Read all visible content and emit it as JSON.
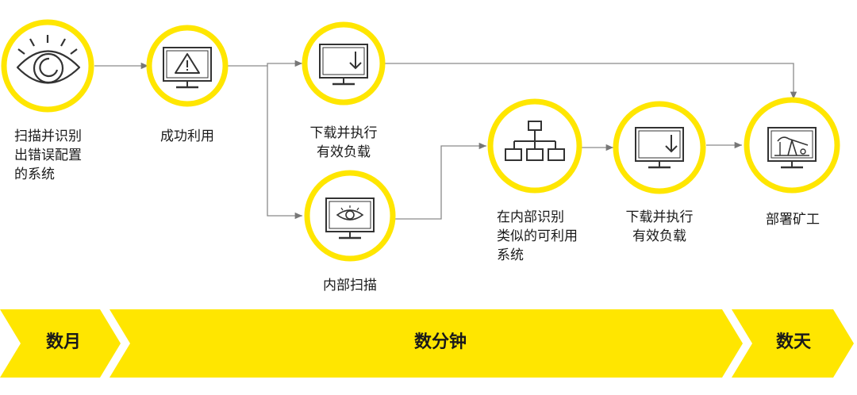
{
  "colors": {
    "accent": "#FFE600",
    "line": "#888888",
    "icon": "#333333",
    "text": "#1a1a1a"
  },
  "steps": [
    {
      "icon": "eye-icon",
      "lines": [
        "扫描并识别",
        "出错误配置",
        "的系统"
      ]
    },
    {
      "icon": "monitor-warning-icon",
      "lines": [
        "成功利用"
      ]
    },
    {
      "icon": "monitor-download-icon",
      "lines": [
        "下载并执行",
        "有效负载"
      ]
    },
    {
      "icon": "monitor-eye-icon",
      "lines": [
        "内部扫描"
      ]
    },
    {
      "icon": "network-hierarchy-icon",
      "lines": [
        "在内部识别",
        "类似的可利用",
        "系统"
      ]
    },
    {
      "icon": "monitor-download-icon",
      "lines": [
        "下载并执行",
        "有效负载"
      ]
    },
    {
      "icon": "monitor-pumpjack-icon",
      "lines": [
        "部署矿工"
      ]
    }
  ],
  "phases": [
    {
      "label": "数月"
    },
    {
      "label": "数分钟"
    },
    {
      "label": "数天"
    }
  ]
}
